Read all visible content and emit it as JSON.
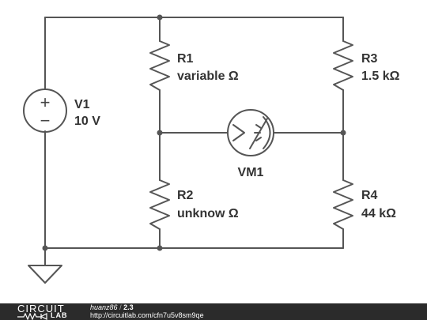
{
  "circuit": {
    "v1": {
      "name": "V1",
      "value": "10 V"
    },
    "r1": {
      "name": "R1",
      "value": "variable Ω"
    },
    "r2": {
      "name": "R2",
      "value": "unknow Ω"
    },
    "r3": {
      "name": "R3",
      "value": "1.5 kΩ"
    },
    "r4": {
      "name": "R4",
      "value": "44 kΩ"
    },
    "vm1": {
      "name": "VM1"
    }
  },
  "footer": {
    "logo_top": "CIRCUIT",
    "logo_bottom": "LAB",
    "author": "huanz86",
    "separator": "/",
    "project": "2.3",
    "url": "http://circuitlab.com/cfn7u5v8sm9qe"
  },
  "colors": {
    "wire": "#555555",
    "text": "#333333",
    "footer_bg": "#2b2b2b"
  }
}
